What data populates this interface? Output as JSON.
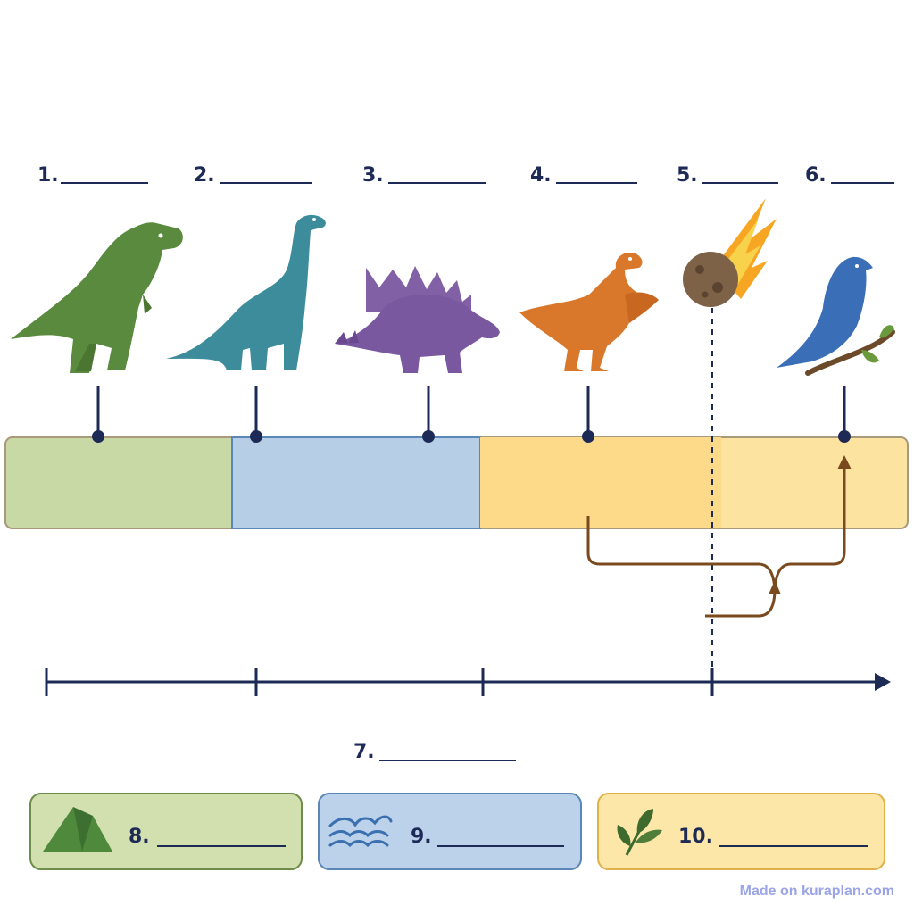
{
  "labels": {
    "l1": "1.",
    "l2": "2.",
    "l3": "3.",
    "l4": "4.",
    "l5": "5.",
    "l6": "6.",
    "l7": "7.",
    "l8": "8.",
    "l9": "9.",
    "l10": "10."
  },
  "colors": {
    "green_band": "#c9d9a6",
    "blue_band": "#b7cfe6",
    "yellow_band": "#fde3a0",
    "navy": "#1c2a55",
    "brown": "#7a4a1e"
  },
  "icons": {
    "d1": "t-rex-icon",
    "d2": "brachiosaurus-icon",
    "d3": "stegosaurus-icon",
    "d4": "feathered-raptor-icon",
    "d5": "meteor-icon",
    "d6": "bird-icon",
    "b8": "mountain-icon",
    "b9": "wave-icon",
    "b10": "leaf-icon"
  },
  "footer": "Made on kuraplan.com"
}
